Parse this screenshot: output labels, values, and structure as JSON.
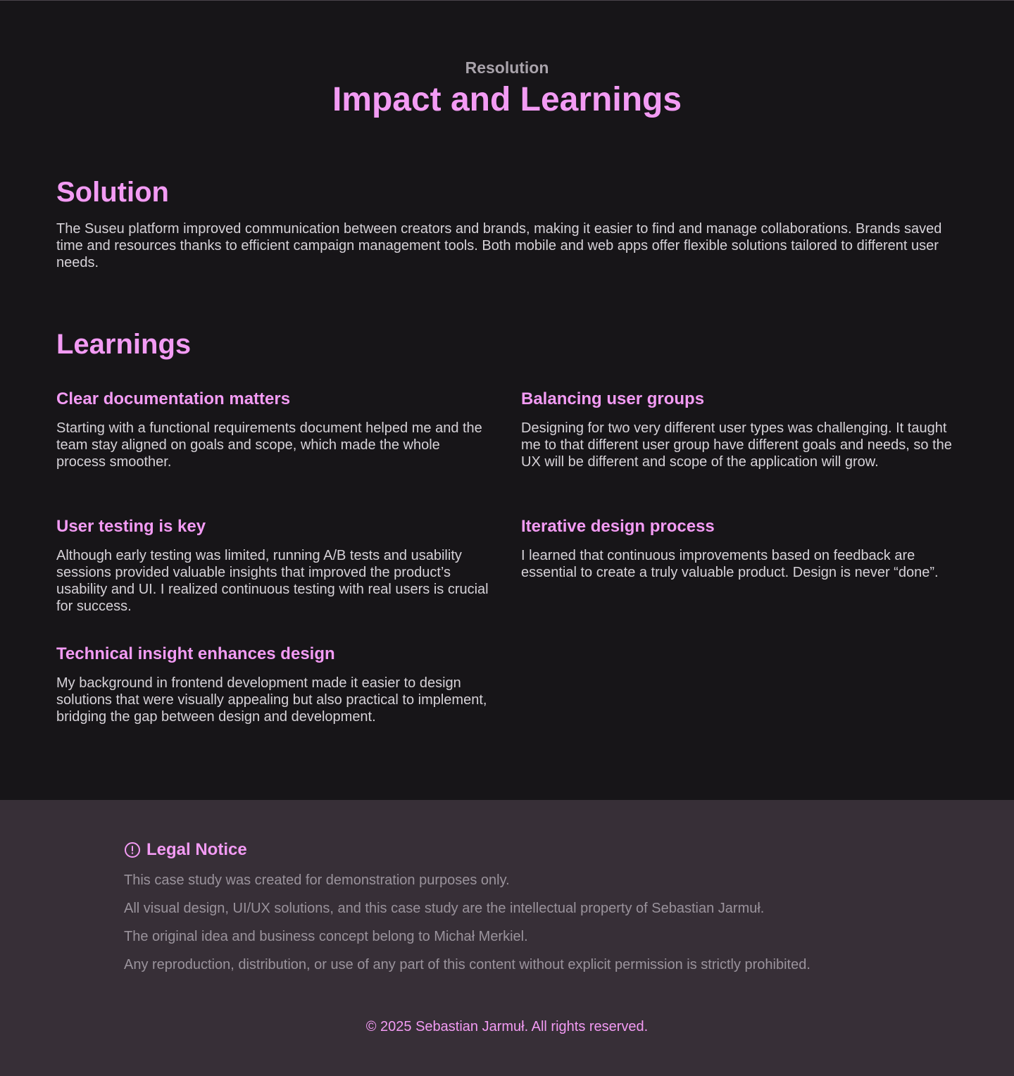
{
  "header": {
    "eyebrow": "Resolution",
    "title": "Impact and Learnings"
  },
  "solution": {
    "title": "Solution",
    "text": "The Suseu platform improved communication between creators and brands, making it easier to find and manage collaborations. Brands saved time and resources thanks to efficient campaign management tools. Both mobile and web apps offer flexible solutions tailored to different user needs."
  },
  "learnings": {
    "title": "Learnings",
    "items": [
      {
        "title": "Clear documentation matters",
        "text": "Starting with a functional requirements document helped me and the team stay aligned on goals and scope, which made the whole process smoother."
      },
      {
        "title": "Balancing user groups",
        "text": "Designing for two very different user types was challenging. It taught me to that different user group have different goals and needs, so the UX will be different and scope of the application will grow."
      },
      {
        "title": "User testing is key",
        "text": "Although early testing was limited, running A/B tests and usability sessions provided valuable insights that improved the product’s usability and UI. I realized continuous testing with real users is crucial for success."
      },
      {
        "title": "Iterative design process",
        "text": "I learned that continuous improvements based on feedback are essential to create a truly valuable product. Design is never “done”."
      },
      {
        "title": "Technical insight enhances design",
        "text": "My background in frontend development made it easier to design solutions that were visually appealing but also practical to implement, bridging the gap between design and development."
      }
    ]
  },
  "footer": {
    "legal_icon": "alert-circle-icon",
    "legal_title": "Legal Notice",
    "lines": [
      "This case study was created for demonstration purposes only.",
      "All visual design, UI/UX solutions, and this case study are the intellectual property of Sebastian Jarmuł.",
      "The original idea and business concept belong to Michał Merkiel.",
      "Any reproduction, distribution, or use of any part of this content without explicit permission is strictly prohibited."
    ],
    "copyright": "© 2025 Sebastian Jarmuł. All rights reserved."
  },
  "colors": {
    "background": "#171518",
    "footer_background": "#372f37",
    "accent": "#f39bf4",
    "body_text": "#d6d2d8",
    "muted_text": "#9a939c"
  }
}
